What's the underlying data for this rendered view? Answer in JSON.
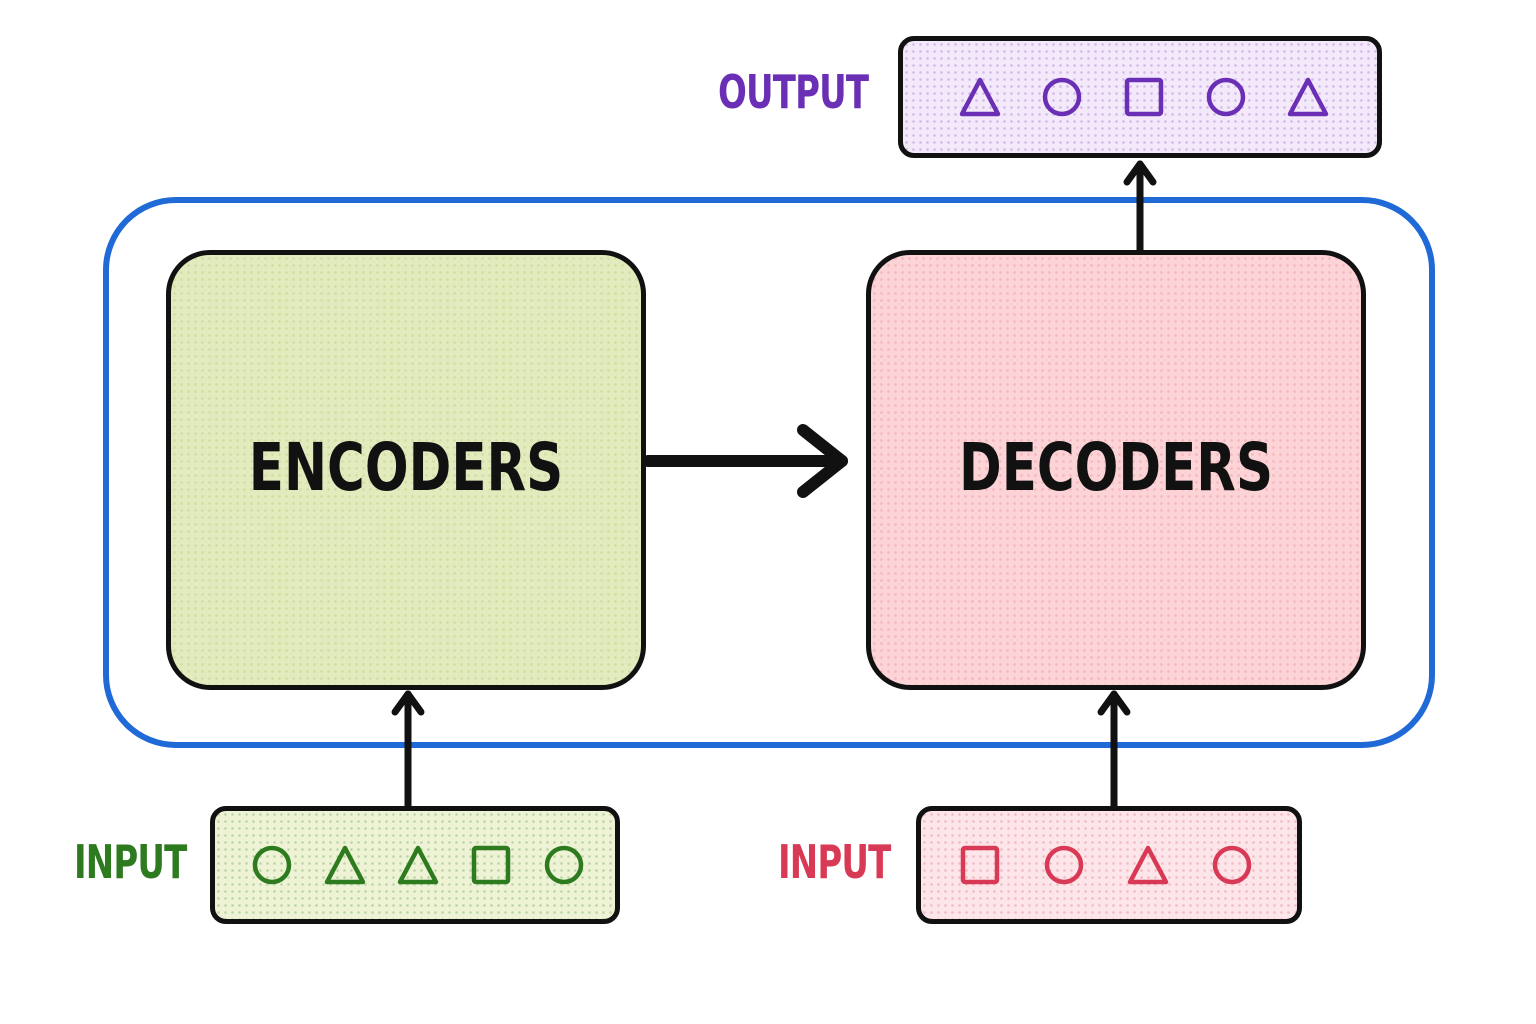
{
  "encoder": {
    "title": "ENCODERS",
    "fill": "#e2ebbd",
    "dot_color": "#a8c36a"
  },
  "decoder": {
    "title": "DECODERS",
    "fill": "#fcd3d6",
    "dot_color": "#e57b8a"
  },
  "wrapper": {
    "stroke": "#1f6ad6"
  },
  "encoder_input": {
    "label": "INPUT",
    "color": "#2d7a1f",
    "fill": "#eef3d6",
    "tokens": [
      "circle",
      "triangle",
      "triangle",
      "square",
      "circle"
    ]
  },
  "decoder_input": {
    "label": "INPUT",
    "color": "#d83a55",
    "fill": "#fde6ea",
    "tokens": [
      "square",
      "circle",
      "triangle",
      "circle"
    ]
  },
  "output": {
    "label": "OUTPUT",
    "color": "#6a2fb4",
    "fill": "#f4e9fb",
    "tokens": [
      "triangle",
      "circle",
      "square",
      "circle",
      "triangle"
    ]
  },
  "arrow_color": "#111111"
}
